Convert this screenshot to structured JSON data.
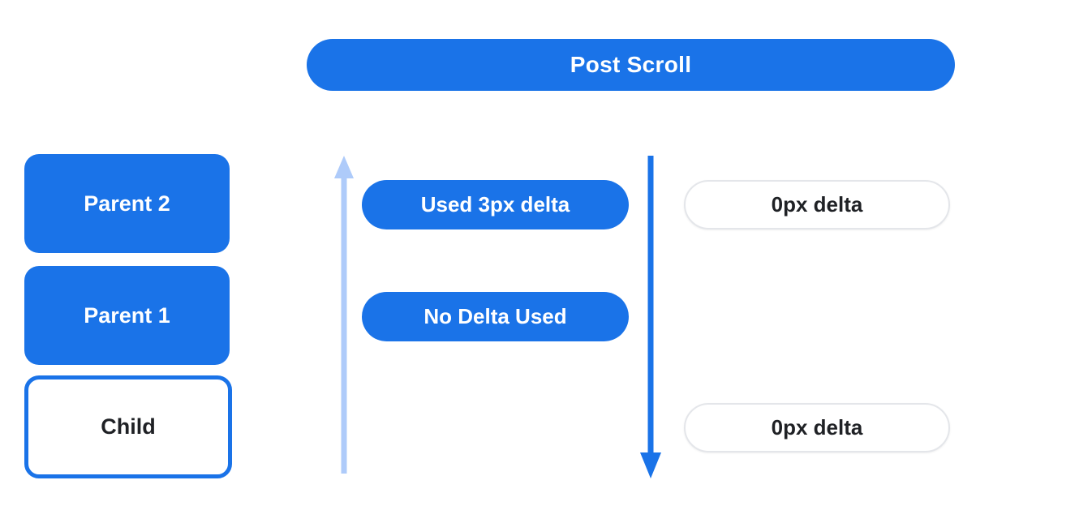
{
  "colors": {
    "blue": "#1A73E8",
    "light_blue": "#AECBFA",
    "white": "#FFFFFF",
    "border_gray": "#E4E6EA",
    "text_dark": "#1F2125"
  },
  "header": {
    "label": "Post Scroll"
  },
  "left_column": {
    "boxes": [
      {
        "label": "Parent 2",
        "style": "filled"
      },
      {
        "label": "Parent 1",
        "style": "filled"
      },
      {
        "label": "Child",
        "style": "outlined"
      }
    ]
  },
  "middle_column": {
    "pills": [
      {
        "label": "Used 3px delta"
      },
      {
        "label": "No Delta Used"
      }
    ]
  },
  "right_column": {
    "pills": [
      {
        "label": "0px delta"
      },
      {
        "label": "0px delta"
      }
    ]
  },
  "arrows": [
    {
      "name": "scroll-up-arrow",
      "direction": "up",
      "color": "#AECBFA"
    },
    {
      "name": "scroll-down-arrow",
      "direction": "down",
      "color": "#1A73E8"
    }
  ]
}
